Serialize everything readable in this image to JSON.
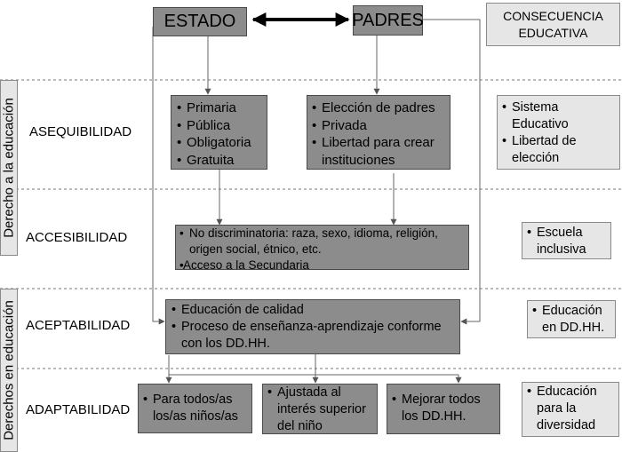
{
  "header": {
    "estado": "ESTADO",
    "padres": "PADRES",
    "consecuencia": "CONSECUENCIA EDUCATIVA"
  },
  "side_labels": {
    "derecho_a": "Derecho a la educación",
    "derechos_en": "Derechos en educación"
  },
  "rows": {
    "asequibilidad": {
      "label": "ASEQUIBILIDAD",
      "estado_items": [
        "Primaria",
        "Pública",
        "Obligatoria",
        "Gratuita"
      ],
      "padres_items": [
        "Elección de padres",
        "Privada",
        "Libertad para crear instituciones"
      ],
      "consecuencia_items": [
        "Sistema Educativo",
        "Libertad de elección"
      ]
    },
    "accesibilidad": {
      "label": "ACCESIBILIDAD",
      "items": [
        "No discriminatoria: raza, sexo, idioma, religión, origen social, étnico, etc.",
        "Acceso a la Secundaria"
      ],
      "consecuencia_items": [
        "Escuela inclusiva"
      ]
    },
    "aceptabilidad": {
      "label": "ACEPTABILIDAD",
      "items": [
        "Educación de calidad",
        "Proceso de enseñanza-aprendizaje conforme con los DD.HH."
      ],
      "consecuencia_items": [
        "Educación en DD.HH."
      ]
    },
    "adaptabilidad": {
      "label": "ADAPTABILIDAD",
      "box1_items": [
        "Para todos/as los/as niños/as"
      ],
      "box2_items": [
        "Ajustada al interés superior del niño"
      ],
      "box3_items": [
        "Mejorar todos los DD.HH."
      ],
      "consecuencia_items": [
        "Educación para la diversidad"
      ]
    }
  }
}
